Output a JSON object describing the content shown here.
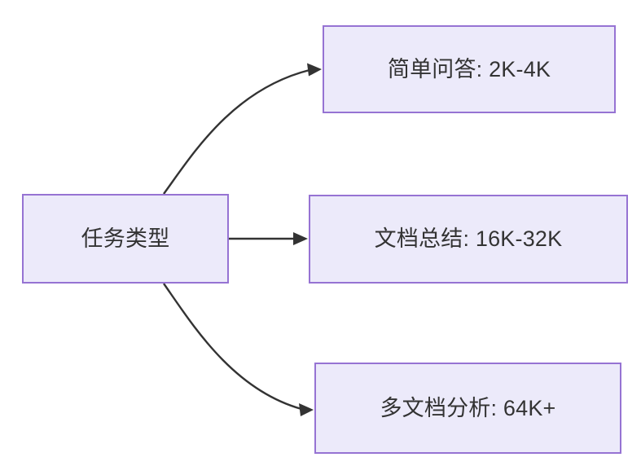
{
  "diagram": {
    "type": "flowchart",
    "direction": "left-to-right",
    "background_color": "#ffffff",
    "node_fill_color": "#ECEAFA",
    "node_border_color": "#9673D3",
    "edge_color": "#333333",
    "text_color": "#333333",
    "root": {
      "id": "node-root",
      "label": "任务类型"
    },
    "branches": [
      {
        "id": "node-simple-qa",
        "label": "简单问答: 2K-4K",
        "edge_style": "curved",
        "edge_label": ""
      },
      {
        "id": "node-doc-summary",
        "label": "文档总结: 16K-32K",
        "edge_style": "straight",
        "edge_label": ""
      },
      {
        "id": "node-multi-doc",
        "label": "多文档分析: 64K+",
        "edge_style": "curved",
        "edge_label": ""
      }
    ]
  }
}
